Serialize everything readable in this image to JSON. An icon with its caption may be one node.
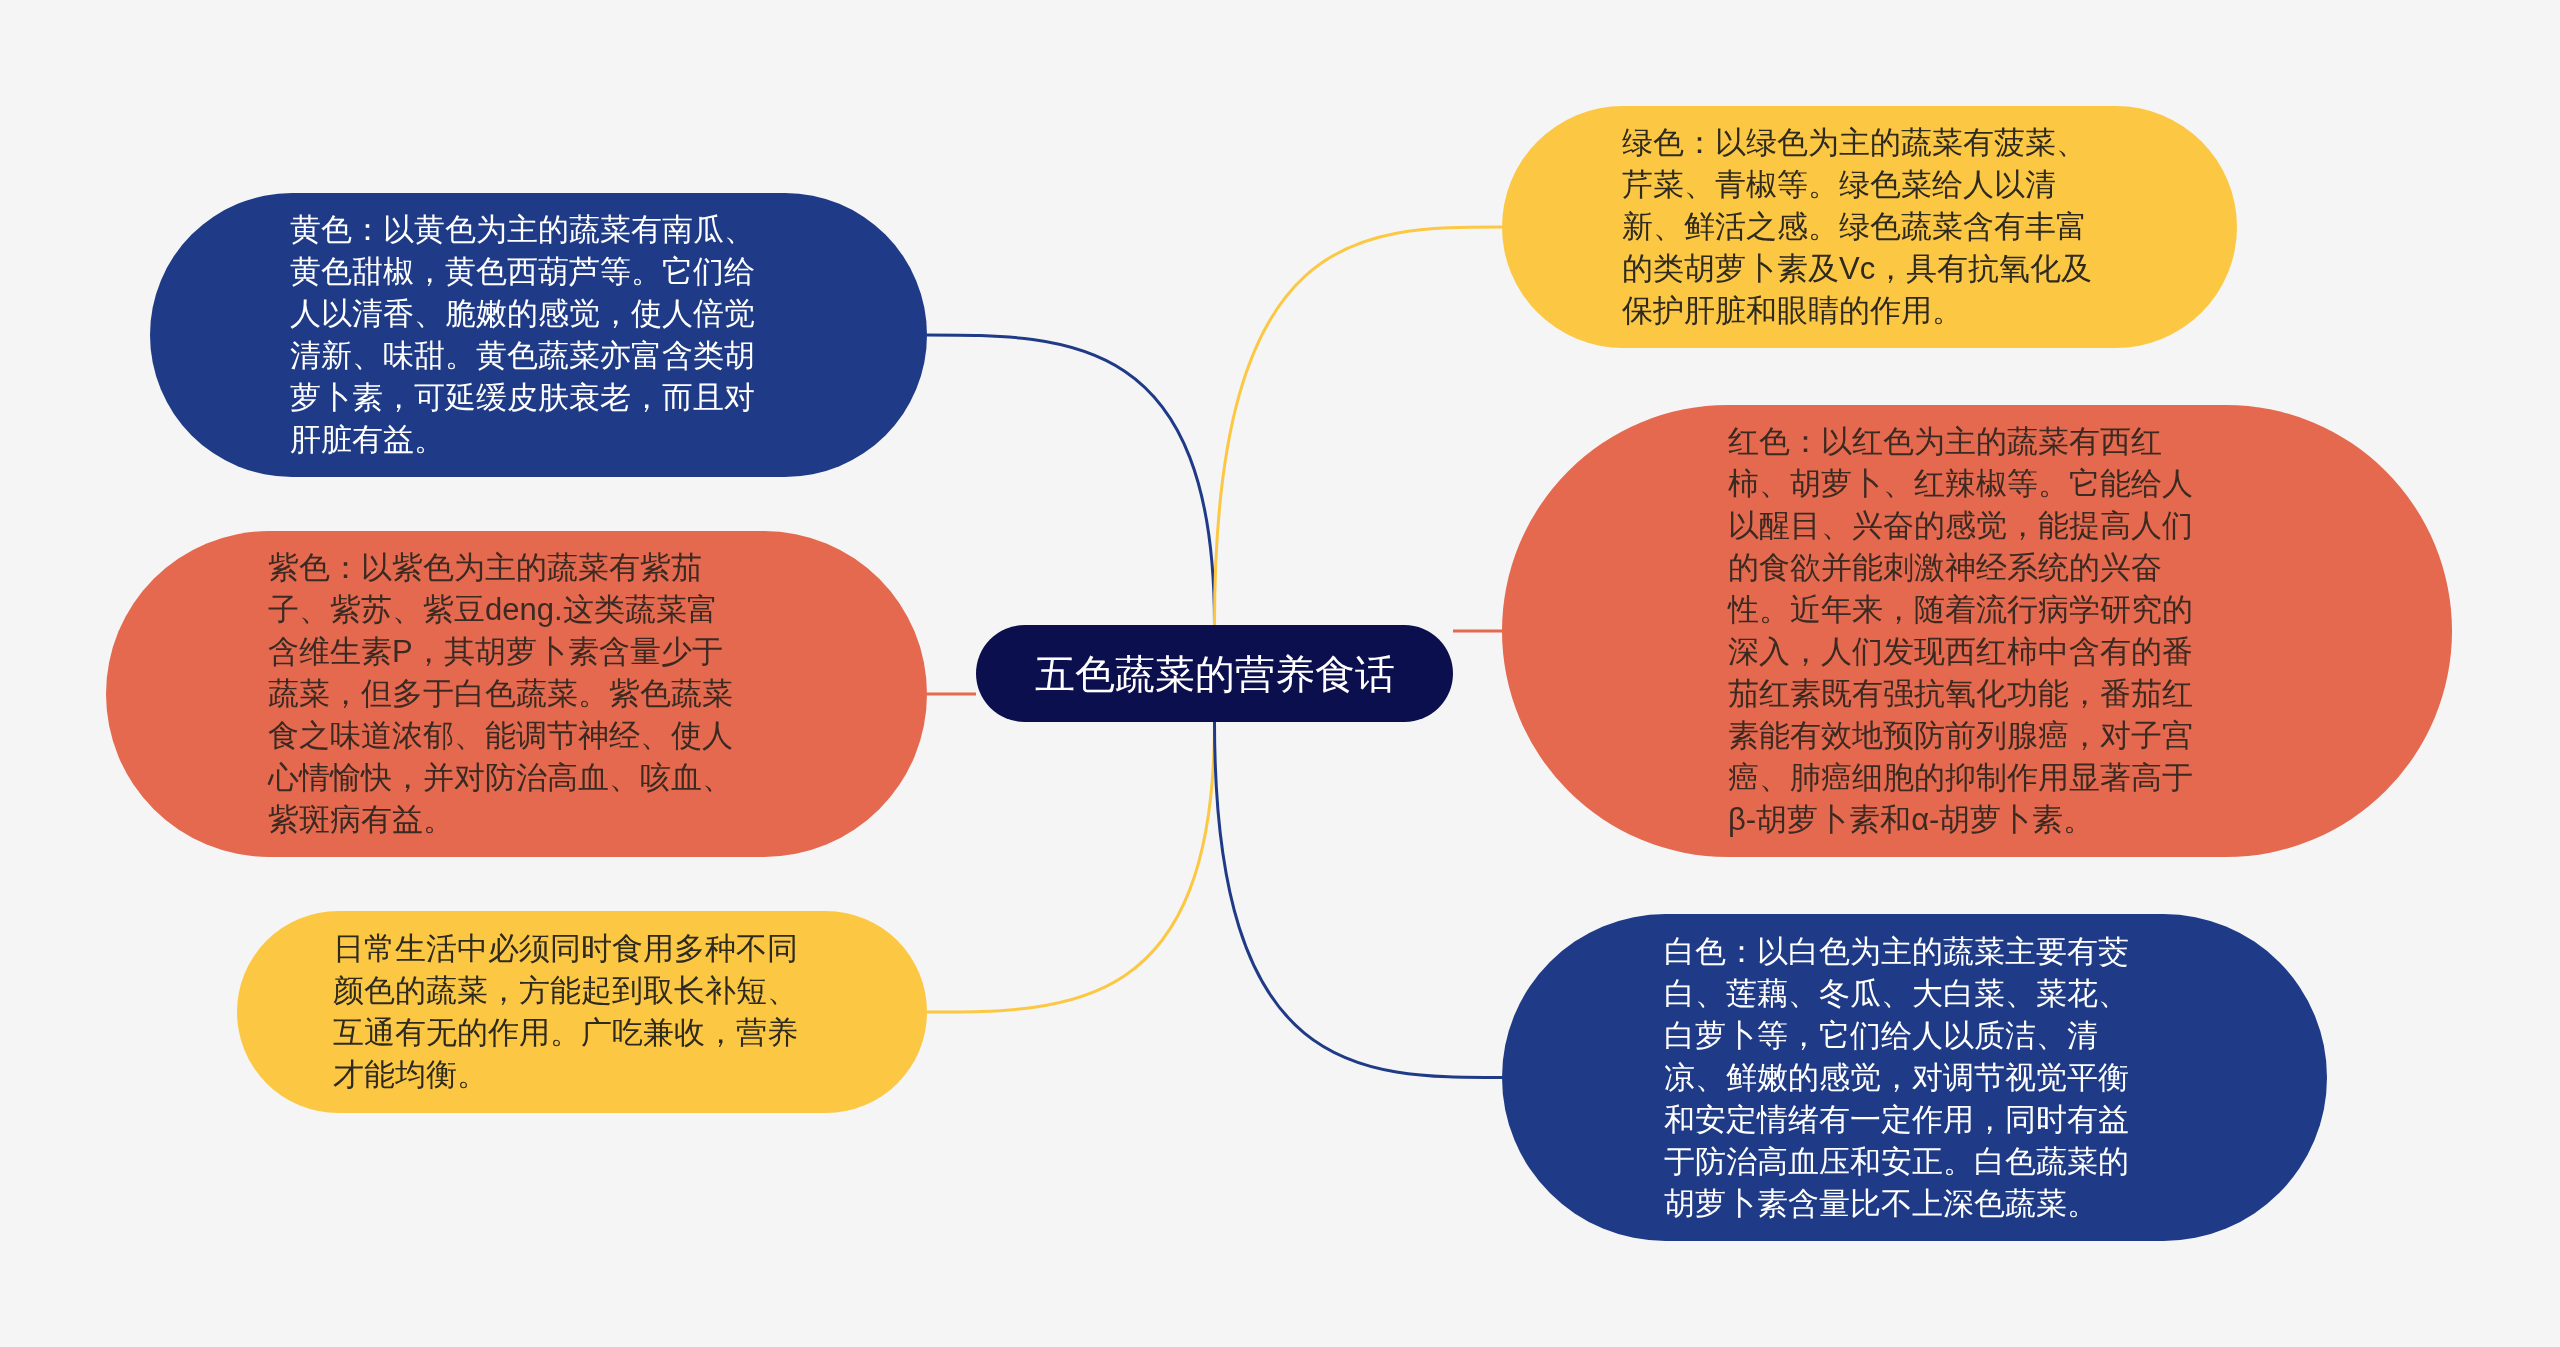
{
  "diagram": {
    "nodes": [
      {
        "text": [
          "五色蔬菜的营养食话"
        ]
      },
      {
        "text": [
          "黄色：以黄色为主的蔬菜有南瓜、黄色甜椒，黄色西葫芦等。它们给人以清香、脆嫩的感觉，使人倍觉清新、味甜。黄色蔬菜亦富含类胡萝卜素，可延缓皮肤衰老，而且对肝脏有益。"
        ]
      },
      {
        "text": [
          "紫色：以紫色为主的蔬菜有紫茄子、紫苏、紫豆deng.这类蔬菜富含维生素P，其胡萝卜素含量少于蔬菜，但多于白色蔬菜。紫色蔬菜食之味道浓郁、能调节神经、使人心情愉快，并对防治高血、咳血、紫斑病有益。"
        ]
      },
      {
        "text": [
          "日常生活中必须同时食用多种不同颜色的蔬菜，方能起到取长补短、互通有无的作用。广吃兼收，营养才能均衡。"
        ]
      },
      {
        "text": [
          "绿色：以绿色为主的蔬菜有菠菜、芹菜、青椒等。绿色菜给人以清新、鲜活之感。绿色蔬菜含有丰富的类胡萝卜素及Vc，具有抗氧化及保护肝脏和眼睛的作用。"
        ]
      },
      {
        "text": [
          "红色：以红色为主的蔬菜有西红柿、胡萝卜、红辣椒等。它能给人以醒目、兴奋的感觉，能提高人们的食欲并能刺激神经系统的兴奋性。近年来，随着流行病学研究的深入，人们发现西红柿中含有的番茄红素既有强抗氧化功能，番茄红素能有效地预防前列腺癌，对子宫癌、肺癌细胞的抑制作用显著高于β-胡萝卜素和α-胡萝卜素。"
        ]
      },
      {
        "text": [
          "白色：以白色为主的蔬菜主要有茭白、莲藕、冬瓜、大白菜、菜花、白萝卜等，它们给人以质洁、清凉、鲜嫩的感觉，对调节视觉平衡和安定情绪有一定作用，同时有益于防治高血压和安正。白色蔬菜的胡萝卜素含量比不上深色蔬菜。"
        ]
      }
    ],
    "edges": [
      {
        "from": 0,
        "to": 1,
        "arrow": "none",
        "color": "#1f3b87"
      },
      {
        "from": 0,
        "to": 2,
        "arrow": "none",
        "color": "#e4694f"
      },
      {
        "from": 0,
        "to": 3,
        "arrow": "none",
        "color": "#fcc844"
      },
      {
        "from": 0,
        "to": 4,
        "arrow": "none",
        "color": "#fcc844"
      },
      {
        "from": 0,
        "to": 5,
        "arrow": "none",
        "color": "#e4694f"
      },
      {
        "from": 0,
        "to": 6,
        "arrow": "none",
        "color": "#1f3b87"
      }
    ]
  }
}
